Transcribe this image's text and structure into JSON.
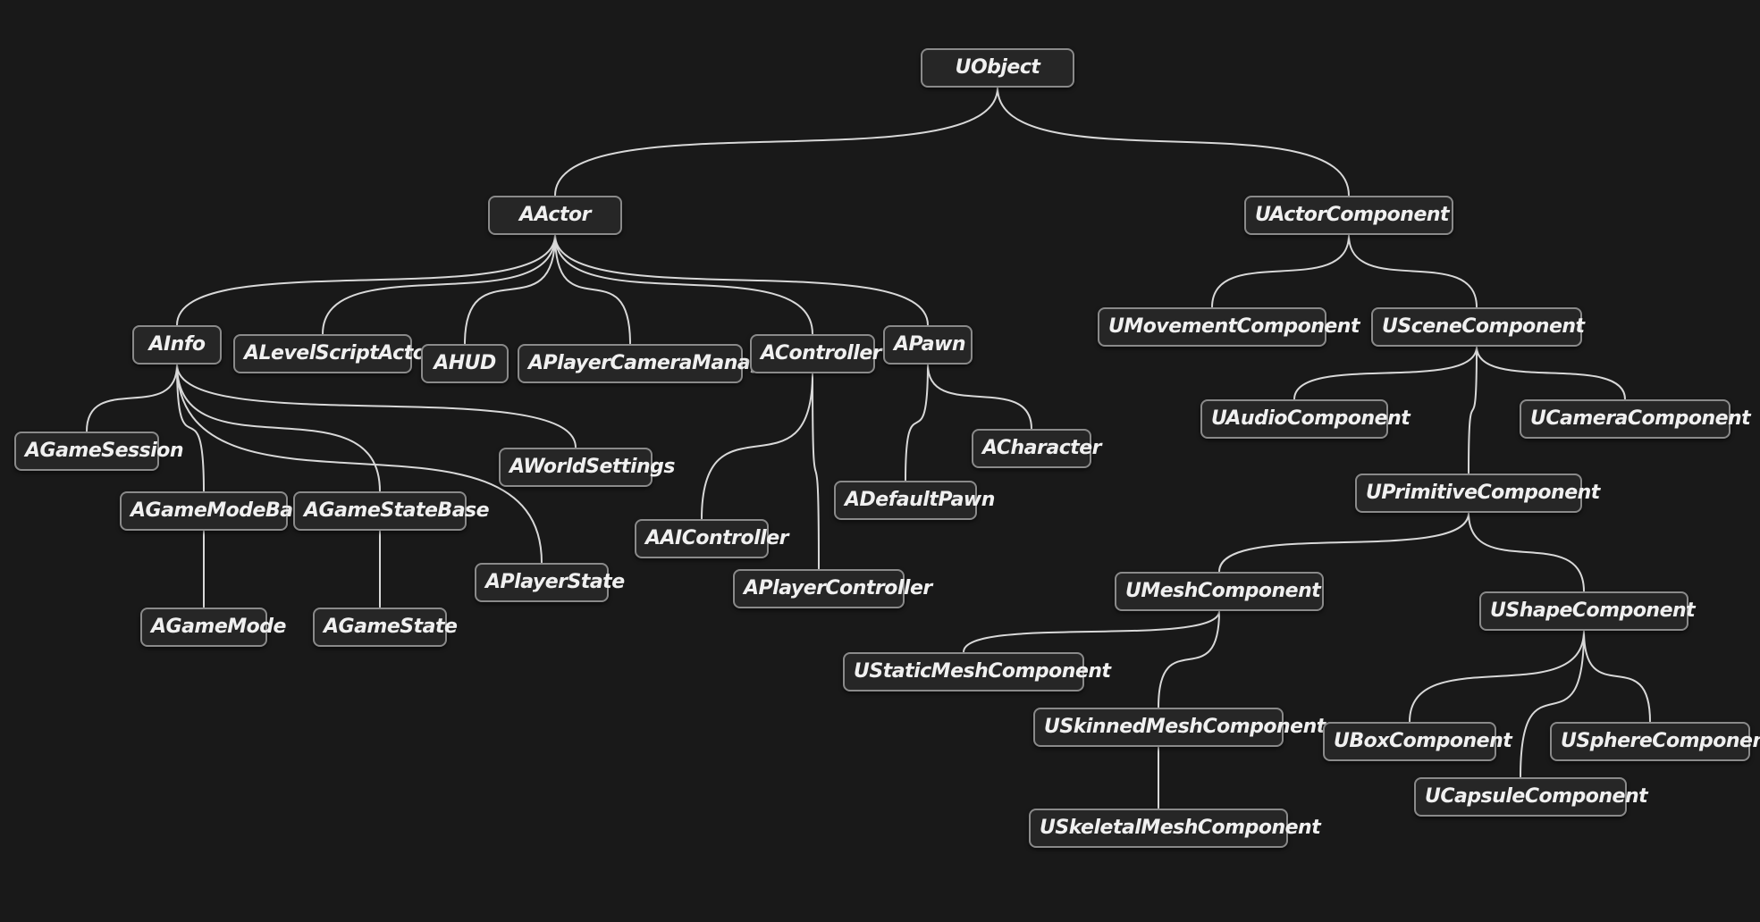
{
  "diagram": {
    "nodes": [
      {
        "id": "uobject",
        "label": "UObject"
      },
      {
        "id": "aactor",
        "label": "AActor"
      },
      {
        "id": "uactorcomponent",
        "label": "UActorComponent"
      },
      {
        "id": "ainfo",
        "label": "AInfo"
      },
      {
        "id": "alevelscriptactor",
        "label": "ALevelScriptActor"
      },
      {
        "id": "ahud",
        "label": "AHUD"
      },
      {
        "id": "aplayercameramanager",
        "label": "APlayerCameraManager"
      },
      {
        "id": "acontroller",
        "label": "AController"
      },
      {
        "id": "apawn",
        "label": "APawn"
      },
      {
        "id": "agamesession",
        "label": "AGameSession"
      },
      {
        "id": "agamemodebase",
        "label": "AGameModeBase"
      },
      {
        "id": "agamestatebase",
        "label": "AGameStateBase"
      },
      {
        "id": "aworldsettings",
        "label": "AWorldSettings"
      },
      {
        "id": "aplayerstate",
        "label": "APlayerState"
      },
      {
        "id": "agamemode",
        "label": "AGameMode"
      },
      {
        "id": "agamestate",
        "label": "AGameState"
      },
      {
        "id": "aaicontroller",
        "label": "AAIController"
      },
      {
        "id": "aplayercontroller",
        "label": "APlayerController"
      },
      {
        "id": "adefaultpawn",
        "label": "ADefaultPawn"
      },
      {
        "id": "acharacter",
        "label": "ACharacter"
      },
      {
        "id": "umovementcomponent",
        "label": "UMovementComponent"
      },
      {
        "id": "uscenecomponent",
        "label": "USceneComponent"
      },
      {
        "id": "uaudiocomponent",
        "label": "UAudioComponent"
      },
      {
        "id": "ucameracomponent",
        "label": "UCameraComponent"
      },
      {
        "id": "uprimitivecomponent",
        "label": "UPrimitiveComponent"
      },
      {
        "id": "umeshcomponent",
        "label": "UMeshComponent"
      },
      {
        "id": "ushapecomponent",
        "label": "UShapeComponent"
      },
      {
        "id": "ustaticmeshcomponent",
        "label": "UStaticMeshComponent"
      },
      {
        "id": "uskinnedmeshcomponent",
        "label": "USkinnedMeshComponent"
      },
      {
        "id": "uskeletalmeshcomponent",
        "label": "USkeletalMeshComponent"
      },
      {
        "id": "uboxcomponent",
        "label": "UBoxComponent"
      },
      {
        "id": "uspherecomponent",
        "label": "USphereComponent"
      },
      {
        "id": "ucapsulecomponent",
        "label": "UCapsuleComponent"
      }
    ],
    "edges": [
      [
        "uobject",
        "aactor"
      ],
      [
        "uobject",
        "uactorcomponent"
      ],
      [
        "aactor",
        "ainfo"
      ],
      [
        "aactor",
        "alevelscriptactor"
      ],
      [
        "aactor",
        "ahud"
      ],
      [
        "aactor",
        "aplayercameramanager"
      ],
      [
        "aactor",
        "acontroller"
      ],
      [
        "aactor",
        "apawn"
      ],
      [
        "ainfo",
        "agamesession"
      ],
      [
        "ainfo",
        "agamemodebase"
      ],
      [
        "ainfo",
        "agamestatebase"
      ],
      [
        "ainfo",
        "aworldsettings"
      ],
      [
        "ainfo",
        "aplayerstate"
      ],
      [
        "agamemodebase",
        "agamemode"
      ],
      [
        "agamestatebase",
        "agamestate"
      ],
      [
        "acontroller",
        "aaicontroller"
      ],
      [
        "acontroller",
        "aplayercontroller"
      ],
      [
        "apawn",
        "adefaultpawn"
      ],
      [
        "apawn",
        "acharacter"
      ],
      [
        "uactorcomponent",
        "umovementcomponent"
      ],
      [
        "uactorcomponent",
        "uscenecomponent"
      ],
      [
        "uscenecomponent",
        "uaudiocomponent"
      ],
      [
        "uscenecomponent",
        "ucameracomponent"
      ],
      [
        "uscenecomponent",
        "uprimitivecomponent"
      ],
      [
        "uprimitivecomponent",
        "umeshcomponent"
      ],
      [
        "uprimitivecomponent",
        "ushapecomponent"
      ],
      [
        "umeshcomponent",
        "ustaticmeshcomponent"
      ],
      [
        "umeshcomponent",
        "uskinnedmeshcomponent"
      ],
      [
        "uskinnedmeshcomponent",
        "uskeletalmeshcomponent"
      ],
      [
        "ushapecomponent",
        "uboxcomponent"
      ],
      [
        "ushapecomponent",
        "uspherecomponent"
      ],
      [
        "ushapecomponent",
        "ucapsulecomponent"
      ]
    ]
  }
}
